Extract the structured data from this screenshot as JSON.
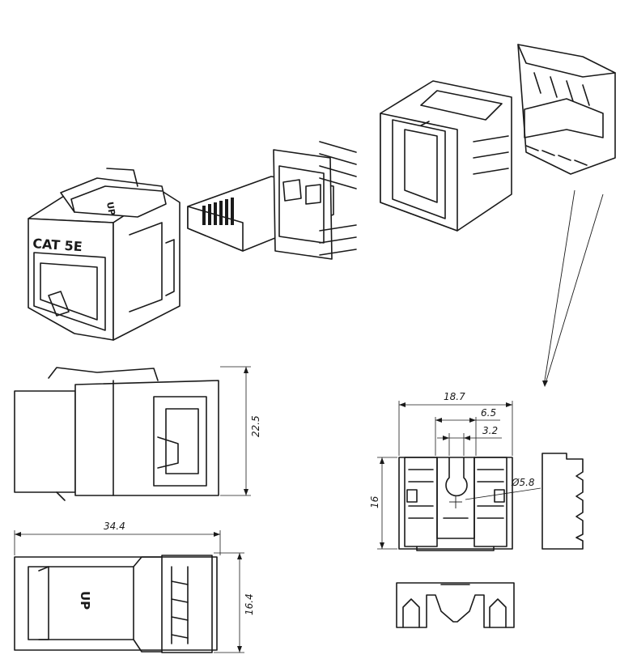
{
  "labels": {
    "cat": "CAT 5E",
    "up_iso": "UP",
    "up_top": "UP"
  },
  "dimensions": {
    "height_side": "22.5",
    "length": "34.4",
    "width_top": "16.4",
    "cap_width": "18.7",
    "cap_inner": "6.5",
    "cap_slot": "3.2",
    "cap_height": "16",
    "hole_diameter": "Ø5.8"
  }
}
